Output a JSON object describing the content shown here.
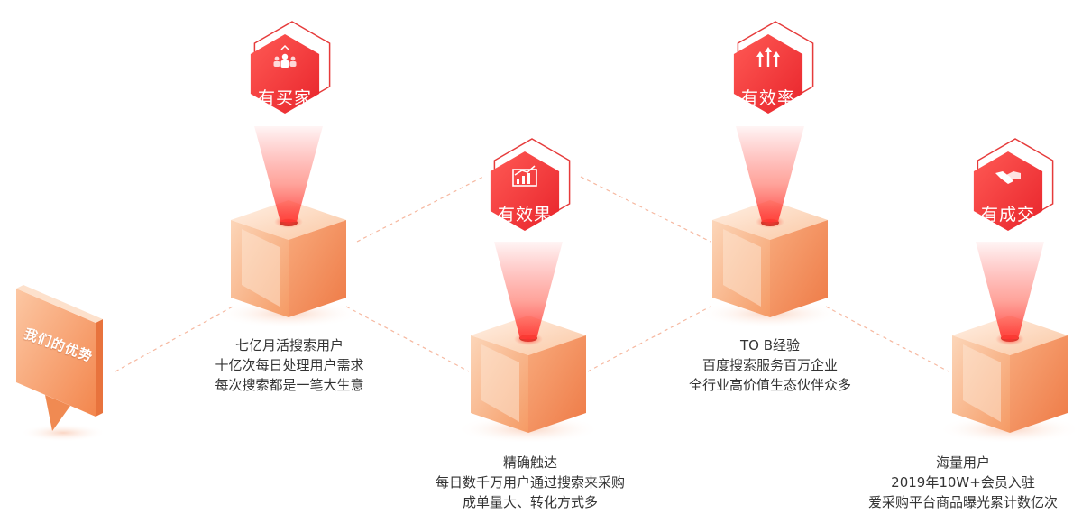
{
  "sign": {
    "label": "我们的优势"
  },
  "hexes": [
    {
      "label": "有买家",
      "icon": "buyers-icon"
    },
    {
      "label": "有效果",
      "icon": "growth-chart-icon"
    },
    {
      "label": "有效率",
      "icon": "rising-arrows-icon"
    },
    {
      "label": "有成交",
      "icon": "handshake-icon"
    }
  ],
  "blocks": [
    {
      "lines": [
        "七亿月活搜索用户",
        "十亿次每日处理用户需求",
        "每次搜索都是一笔大生意"
      ]
    },
    {
      "lines": [
        "精确触达",
        "每日数千万用户通过搜索来采购",
        "成单量大、转化方式多"
      ]
    },
    {
      "lines": [
        "TO B经验",
        "百度搜索服务百万企业",
        "全行业高价值生态伙伴众多"
      ]
    },
    {
      "lines": [
        "海量用户",
        "2019年10W+会员入驻",
        "爱采购平台商品曝光累计数亿次"
      ]
    }
  ],
  "colors": {
    "accent": "#f0373b",
    "hex_outline": "#e63b3b",
    "cube_light": "#fddcc4",
    "cube_dark": "#f58a52",
    "connector": "#f6b8a0",
    "text": "#333333"
  }
}
